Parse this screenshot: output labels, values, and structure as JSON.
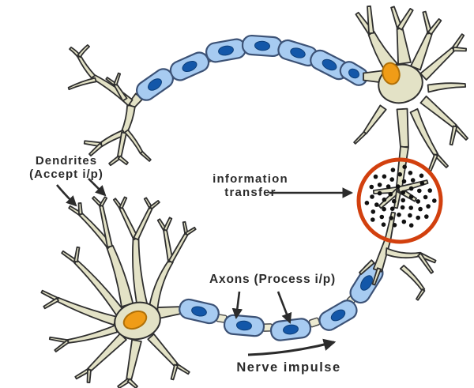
{
  "labels": {
    "dendrites": {
      "line1": "Dendrites",
      "line2": "(Accept i/p)"
    },
    "information_transfer": {
      "line1": "information",
      "line2": "transfer"
    },
    "axons": {
      "text": "Axons (Process i/p)"
    },
    "nerve_impulse": {
      "text": "Nerve impulse"
    }
  },
  "colors": {
    "background": "#ffffff",
    "neuron_body": "#e3e2c6",
    "outline": "#2f2f2f",
    "axon_segment": "#a7cbf1",
    "axon_nucleus": "#1357a9",
    "soma_nucleus": "#f09c17",
    "synapse_circle": "#d2400e",
    "neurotransmitter_dot": "#111111",
    "text": "#2b2b2b"
  },
  "annotations": [
    {
      "label": "Dendrites (Accept i/p)",
      "arrow_count": 2
    },
    {
      "label": "information transfer",
      "arrow_count": 1
    },
    {
      "label": "Axons (Process i/p)",
      "arrow_count": 2
    },
    {
      "label": "Nerve impulse",
      "arrow_count": 1
    }
  ]
}
